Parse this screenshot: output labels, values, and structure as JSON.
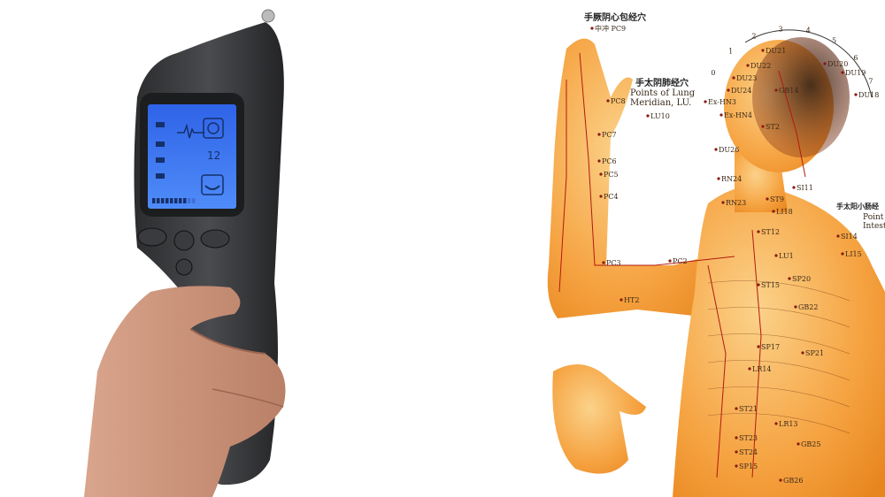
{
  "left_photo": {
    "subject": "device",
    "screen": {
      "timer_value": "12",
      "backlight_color": "#3f7cf5",
      "level_fraction": 0.8
    }
  },
  "right_chart": {
    "titles": {
      "pericardium": "手厥阴心包经穴",
      "lung_cn": "手太阴肺经穴",
      "lung_en_1": "Points of Lung",
      "lung_en_2": "Meridian, LU.",
      "small_intestine_cn": "手太阳小肠经",
      "small_intestine_en_1": "Point",
      "small_intestine_en_2": "Intest"
    },
    "points": [
      {
        "label": "中冲 PC9"
      },
      {
        "label": "PC8"
      },
      {
        "label": "LU10"
      },
      {
        "label": "PC7"
      },
      {
        "label": "PC6"
      },
      {
        "label": "PC5"
      },
      {
        "label": "PC4"
      },
      {
        "label": "PC3"
      },
      {
        "label": "PC2"
      },
      {
        "label": "HT2"
      },
      {
        "label": "DU21"
      },
      {
        "label": "DU22"
      },
      {
        "label": "DU23"
      },
      {
        "label": "DU24"
      },
      {
        "label": "DU20"
      },
      {
        "label": "DU19"
      },
      {
        "label": "DU18"
      },
      {
        "label": "GB14"
      },
      {
        "label": "Ex-HN3"
      },
      {
        "label": "Ex-HN4"
      },
      {
        "label": "ST2"
      },
      {
        "label": "DU26"
      },
      {
        "label": "RN24"
      },
      {
        "label": "ST9"
      },
      {
        "label": "LI18"
      },
      {
        "label": "RN23"
      },
      {
        "label": "ST12"
      },
      {
        "label": "LU1"
      },
      {
        "label": "ST15"
      },
      {
        "label": "SP20"
      },
      {
        "label": "GB22"
      },
      {
        "label": "SP17"
      },
      {
        "label": "SP21"
      },
      {
        "label": "LR14"
      },
      {
        "label": "ST21"
      },
      {
        "label": "ST23"
      },
      {
        "label": "ST24"
      },
      {
        "label": "SP15"
      },
      {
        "label": "GB25"
      },
      {
        "label": "GB26"
      },
      {
        "label": "LR13"
      },
      {
        "label": "SI11"
      },
      {
        "label": "SI14"
      },
      {
        "label": "LI15"
      }
    ],
    "scale_ticks": [
      "0",
      "1",
      "2",
      "3",
      "4",
      "5",
      "6",
      "7"
    ],
    "skin_color": "#f7a23c"
  }
}
